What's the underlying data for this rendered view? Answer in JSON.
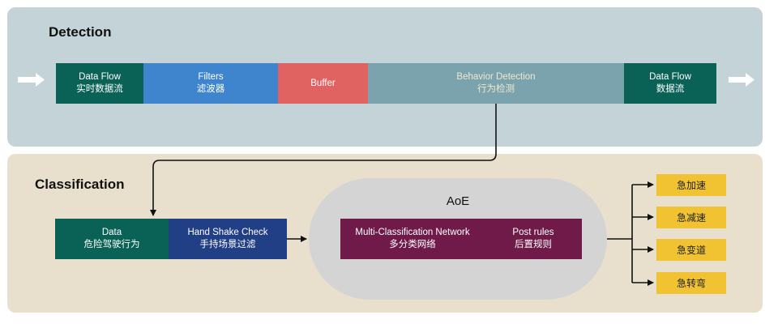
{
  "detection": {
    "title": "Detection",
    "pipeline": [
      {
        "line1": "Data Flow",
        "line2": "实时数据流"
      },
      {
        "line1": "Filters",
        "line2": "滤波器"
      },
      {
        "line1": "Buffer",
        "line2": ""
      },
      {
        "line1": "Behavior Detection",
        "line2": "行为检测"
      },
      {
        "line1": "Data Flow",
        "line2": "数据流"
      }
    ]
  },
  "classification": {
    "title": "Classification",
    "data_box": {
      "line1": "Data",
      "line2": "危险驾驶行为"
    },
    "handshake_box": {
      "line1": "Hand Shake Check",
      "line2": "手持场景过滤"
    },
    "aoe": {
      "title": "AoE",
      "network": {
        "line1": "Multi-Classification Network",
        "line2": "多分类网络"
      },
      "post_rules": {
        "line1": "Post rules",
        "line2": "后置规则"
      }
    },
    "outputs": [
      "急加速",
      "急减速",
      "急变道",
      "急转弯"
    ]
  }
}
